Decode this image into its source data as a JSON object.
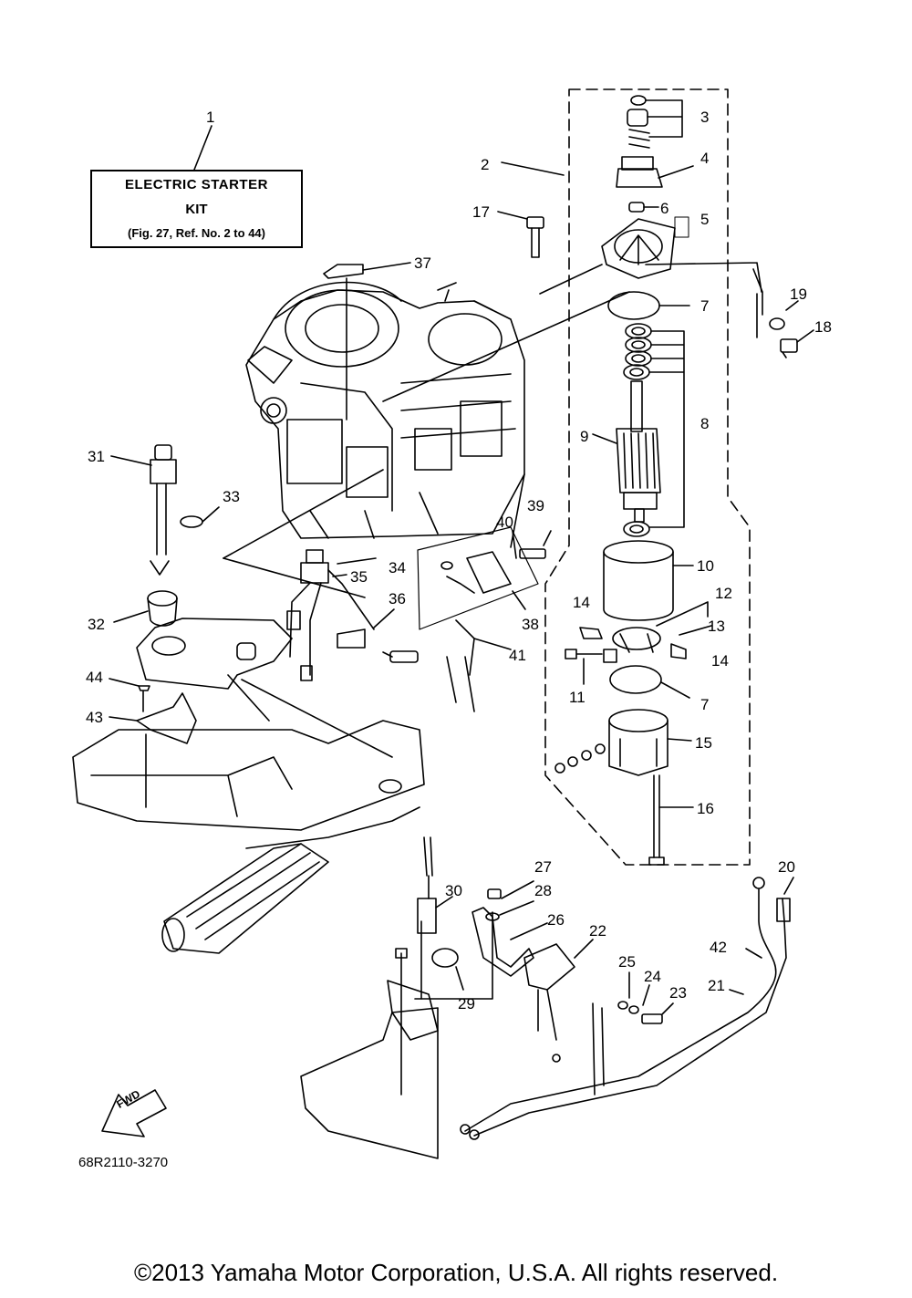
{
  "kit_box": {
    "line1": "ELECTRIC  STARTER",
    "line2": "KIT",
    "line3": "(Fig. 27, Ref. No. 2 to 44)"
  },
  "callouts": [
    "1",
    "2",
    "3",
    "4",
    "5",
    "6",
    "7",
    "8",
    "9",
    "10",
    "11",
    "12",
    "13",
    "14",
    "15",
    "16",
    "17",
    "18",
    "19",
    "20",
    "21",
    "22",
    "23",
    "24",
    "25",
    "26",
    "27",
    "28",
    "29",
    "30",
    "31",
    "32",
    "33",
    "34",
    "35",
    "36",
    "37",
    "38",
    "39",
    "40",
    "41",
    "42",
    "43",
    "44",
    "7",
    "14"
  ],
  "fwd_label": "FWD",
  "part_code": "68R2110-3270",
  "copyright": "©2013 Yamaha Motor Corporation, U.S.A. All rights reserved."
}
